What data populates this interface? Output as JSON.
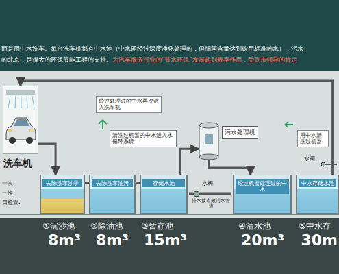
{
  "diagram": {
    "nodes": [
      {
        "text": [
          "洗车机"
        ]
      },
      {
        "text": [
          "去除洗车沙子"
        ]
      },
      {
        "text": [
          "去除洗车油污"
        ]
      },
      {
        "text": [
          "存储水池"
        ]
      },
      {
        "text": [
          "污水处理机"
        ]
      },
      {
        "text": [
          "经过机器处理过的中水"
        ]
      },
      {
        "text": [
          "中水存储水池"
        ]
      }
    ],
    "edges": [
      {
        "from": 0,
        "to": 1,
        "arrow": "to"
      },
      {
        "from": 1,
        "to": 2,
        "arrow": "none"
      },
      {
        "from": 2,
        "to": 3,
        "arrow": "none"
      },
      {
        "from": 3,
        "to": 4,
        "arrow": "to"
      },
      {
        "from": 4,
        "to": 5,
        "arrow": "to"
      },
      {
        "from": 6,
        "to": 0,
        "arrow": "to"
      }
    ],
    "labels": [
      "而是用中水洗车。每台洗车机都有中水池（中水即经过深度净化处理的，但细菌含量达到饮用标准的水），污水",
      "的北京，是很大的环保节能工程的支持。",
      "为汽车服务行业的“节水环保”发展起到表率作用，受到市领导的肯定",
      "经过处理过的中水再次进入洗车机",
      "清洗过机器的中水进入水循环系统",
      "用中水清洗过机器",
      "水阀",
      "水阀",
      "排水接市政污水管道",
      "一次:",
      "一次;",
      "日检查.",
      "①沉沙池",
      "8m³",
      "②除油池",
      "8m³",
      "③暂存池",
      "15m³",
      "④清水池",
      "20m³",
      "⑤中水存",
      "30m"
    ]
  }
}
